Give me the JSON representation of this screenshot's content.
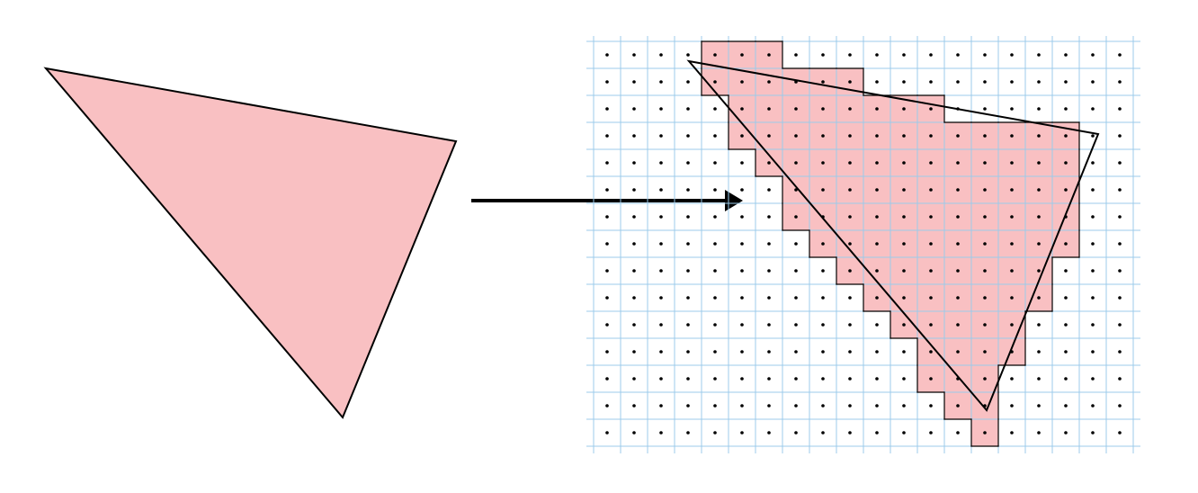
{
  "diagram": {
    "description_free": true,
    "colors": {
      "background": "#ffffff",
      "triangle_fill": "#f9c0c2",
      "triangle_stroke": "#000000",
      "grid_line": "#9ccbeb",
      "sample_dot": "#000000",
      "arrow": "#000000",
      "covered_pixel_outline": "#000000"
    },
    "raster_grid": {
      "columns": 20,
      "rows": 15
    },
    "covered_pixels_by_row": [
      {
        "row": 0,
        "from_col": 4,
        "to_col": 6
      },
      {
        "row": 1,
        "from_col": 4,
        "to_col": 9
      },
      {
        "row": 2,
        "from_col": 5,
        "to_col": 12
      },
      {
        "row": 3,
        "from_col": 5,
        "to_col": 17
      },
      {
        "row": 4,
        "from_col": 6,
        "to_col": 17
      },
      {
        "row": 5,
        "from_col": 7,
        "to_col": 17
      },
      {
        "row": 6,
        "from_col": 7,
        "to_col": 17
      },
      {
        "row": 7,
        "from_col": 8,
        "to_col": 17
      },
      {
        "row": 8,
        "from_col": 9,
        "to_col": 16
      },
      {
        "row": 9,
        "from_col": 10,
        "to_col": 16
      },
      {
        "row": 10,
        "from_col": 11,
        "to_col": 15
      },
      {
        "row": 11,
        "from_col": 12,
        "to_col": 15
      },
      {
        "row": 12,
        "from_col": 12,
        "to_col": 14
      },
      {
        "row": 13,
        "from_col": 13,
        "to_col": 14
      },
      {
        "row": 14,
        "from_col": 14,
        "to_col": 14
      }
    ]
  }
}
